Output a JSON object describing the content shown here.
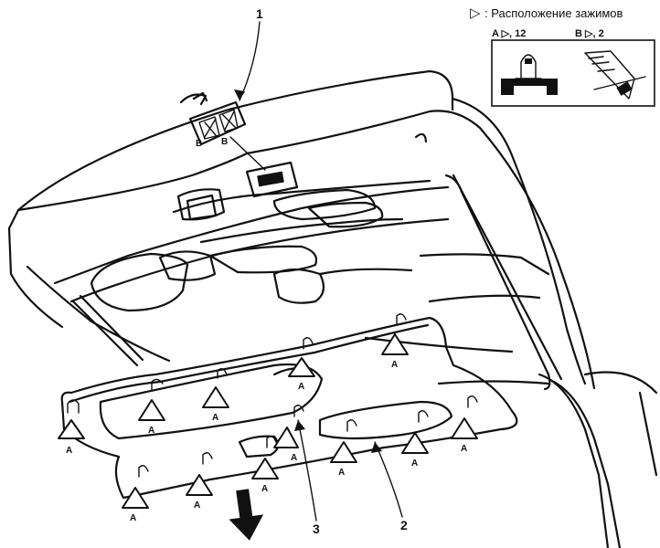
{
  "legend": {
    "marker_symbol": "▷",
    "title": ": Расположение зажимов",
    "clip_a": "A ▷, 12",
    "clip_b": "B ▷, 2"
  },
  "callouts": [
    "1",
    "2",
    "3"
  ],
  "clip_label": "A",
  "switch_labels": [
    "B",
    "B"
  ]
}
